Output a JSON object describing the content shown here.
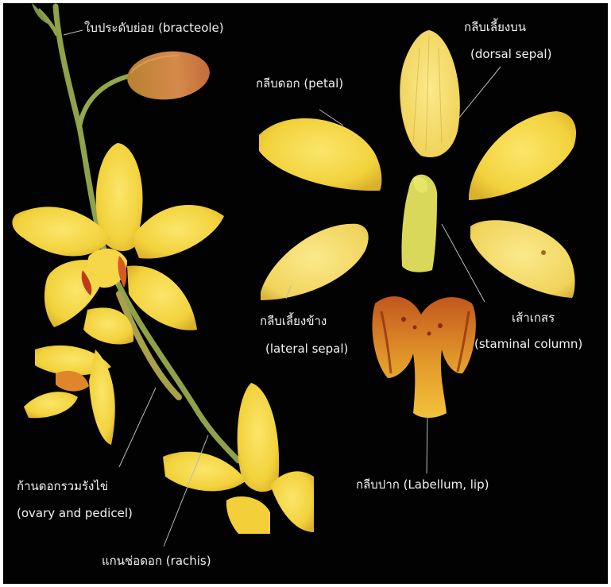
{
  "colors": {
    "background": "#020202",
    "label_text": "#f2f2f2",
    "leader_line": "#b8b8b8",
    "petal_yellow": "#f2d23c",
    "lip_red": "#9a3a12",
    "stem_green": "#8fa24a"
  },
  "labels": {
    "bracteole_th": "ใบประดับย่อย (bracteole)",
    "dorsal_sepal_th": "กลีบเลี้ยงบน",
    "dorsal_sepal_en": "(dorsal sepal)",
    "petal": "กลีบดอก (petal)",
    "lateral_sepal_th": "กลีบเลี้ยงข้าง",
    "lateral_sepal_en": "(lateral sepal)",
    "column_th": "เส้าเกสร",
    "column_en": "(staminal column)",
    "ovary_th": "ก้านดอกรวมรังไข่",
    "ovary_en": "(ovary and pedicel)",
    "lip": "กลีบปาก (Labellum, lip)",
    "rachis": "แกนช่อดอก (rachis)"
  }
}
